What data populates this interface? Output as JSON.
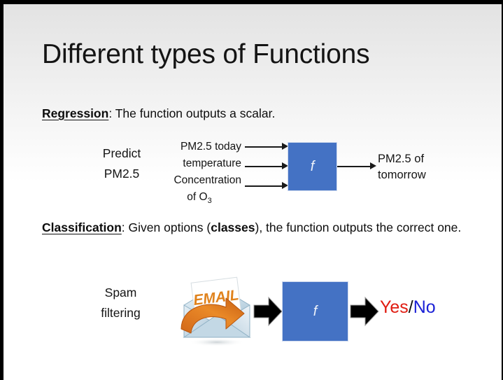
{
  "slide": {
    "title": "Different types of Functions",
    "regression": {
      "lead": "Regression",
      "colon": ":",
      "rest": " The function outputs a scalar.",
      "task_line1": "Predict",
      "task_line2": "PM2.5",
      "inputs": [
        "PM2.5 today",
        "temperature",
        "Concentration"
      ],
      "input_sub_line": "of O",
      "input_sub_script": "3",
      "function_symbol": "f",
      "output_line1": "PM2.5 of",
      "output_line2": "tomorrow"
    },
    "classification": {
      "lead": "Classification",
      "colon": ":",
      "rest_before_bold": " Given options (",
      "bold_word": "classes",
      "rest_after_bold": "), the function outputs the correct one.",
      "task_line1": "Spam",
      "task_line2": "filtering",
      "envelope_text": "EMAIL",
      "function_symbol": "f",
      "output_yes": "Yes",
      "output_slash": "/",
      "output_no": "No"
    },
    "colors": {
      "function_box_blue": "#4472c4",
      "yes_red": "#e01b10",
      "no_blue": "#1b21d6",
      "envelope_orange": "#e07c1e",
      "envelope_paper": "#cfe0ea",
      "text_black": "#141414"
    }
  }
}
